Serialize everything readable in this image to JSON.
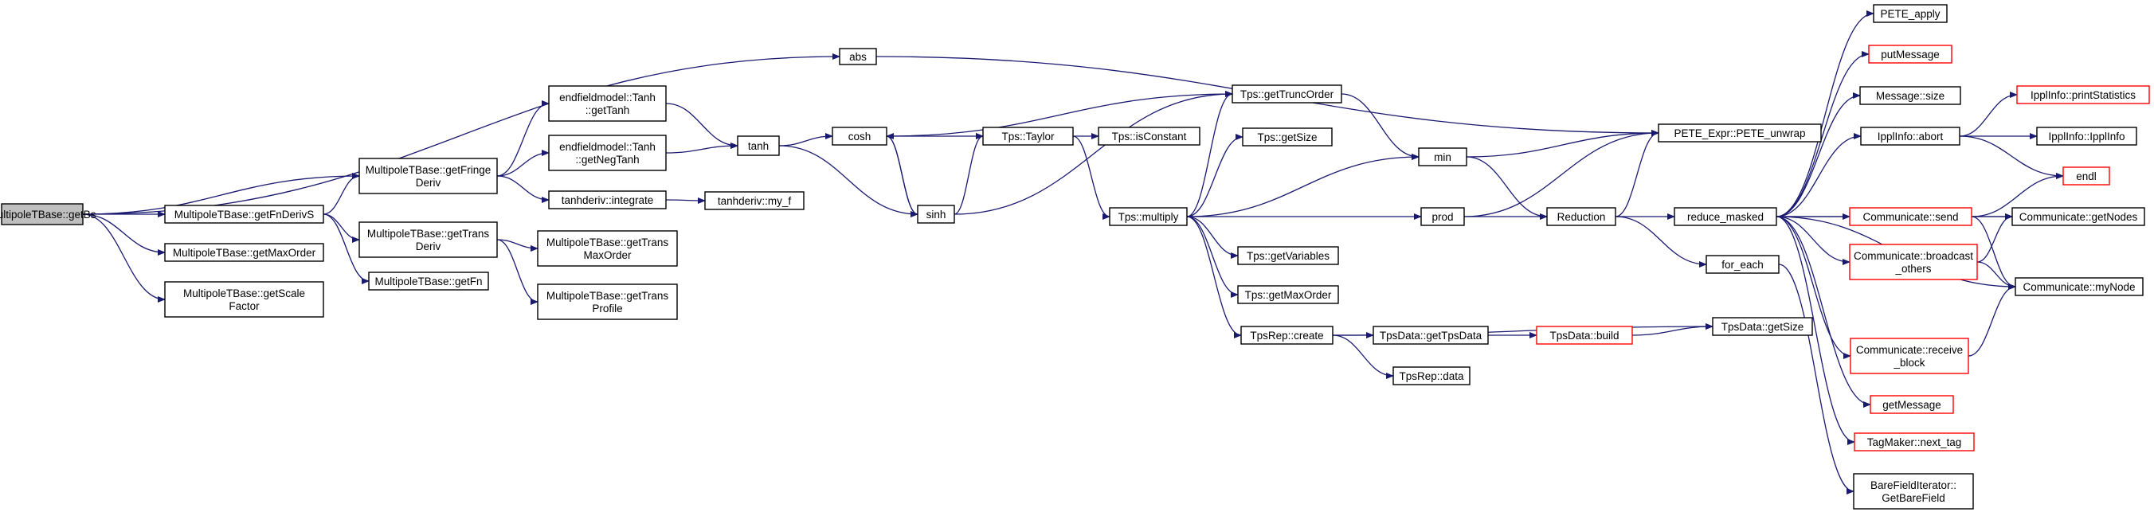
{
  "colors": {
    "edge": "#191970",
    "node_border": "#000000",
    "node_border_truncated": "#ff0000",
    "node_fill": "#ffffff",
    "root_fill": "#bfbfbf"
  },
  "nodes": [
    {
      "id": "getBs",
      "lines": [
        "MultipoleTBase::getBs"
      ],
      "style": "root"
    },
    {
      "id": "abs",
      "lines": [
        "abs"
      ],
      "style": "normal"
    },
    {
      "id": "getFnDerivS",
      "lines": [
        "MultipoleTBase::getFnDerivS"
      ],
      "style": "normal"
    },
    {
      "id": "getMaxOrder",
      "lines": [
        "MultipoleTBase::getMaxOrder"
      ],
      "style": "normal"
    },
    {
      "id": "getScaleFactor",
      "lines": [
        "MultipoleTBase::getScale",
        "Factor"
      ],
      "style": "normal"
    },
    {
      "id": "getFringeDeriv",
      "lines": [
        "MultipoleTBase::getFringe",
        "Deriv"
      ],
      "style": "normal"
    },
    {
      "id": "getTransDeriv",
      "lines": [
        "MultipoleTBase::getTrans",
        "Deriv"
      ],
      "style": "normal"
    },
    {
      "id": "getFn",
      "lines": [
        "MultipoleTBase::getFn"
      ],
      "style": "normal"
    },
    {
      "id": "tanhGetTanh",
      "lines": [
        "endfieldmodel::Tanh",
        "::getTanh"
      ],
      "style": "normal"
    },
    {
      "id": "tanhGetNegTanh",
      "lines": [
        "endfieldmodel::Tanh",
        "::getNegTanh"
      ],
      "style": "normal"
    },
    {
      "id": "tanhIntegrate",
      "lines": [
        "tanhderiv::integrate"
      ],
      "style": "normal"
    },
    {
      "id": "transMaxOrder",
      "lines": [
        "MultipoleTBase::getTrans",
        "MaxOrder"
      ],
      "style": "normal"
    },
    {
      "id": "transProfile",
      "lines": [
        "MultipoleTBase::getTrans",
        "Profile"
      ],
      "style": "normal"
    },
    {
      "id": "tanh",
      "lines": [
        "tanh"
      ],
      "style": "normal"
    },
    {
      "id": "myF",
      "lines": [
        "tanhderiv::my_f"
      ],
      "style": "normal"
    },
    {
      "id": "cosh",
      "lines": [
        "cosh"
      ],
      "style": "normal"
    },
    {
      "id": "sinh",
      "lines": [
        "sinh"
      ],
      "style": "normal"
    },
    {
      "id": "taylor",
      "lines": [
        "Tps::Taylor"
      ],
      "style": "normal"
    },
    {
      "id": "isConstant",
      "lines": [
        "Tps::isConstant"
      ],
      "style": "normal"
    },
    {
      "id": "getTruncOrder",
      "lines": [
        "Tps::getTruncOrder"
      ],
      "style": "normal"
    },
    {
      "id": "multiply",
      "lines": [
        "Tps::multiply"
      ],
      "style": "normal"
    },
    {
      "id": "getSize",
      "lines": [
        "Tps::getSize"
      ],
      "style": "normal"
    },
    {
      "id": "getVariables",
      "lines": [
        "Tps::getVariables"
      ],
      "style": "normal"
    },
    {
      "id": "tpsGetMaxOrder",
      "lines": [
        "Tps::getMaxOrder"
      ],
      "style": "normal"
    },
    {
      "id": "tpsRepCreate",
      "lines": [
        "TpsRep::create"
      ],
      "style": "normal"
    },
    {
      "id": "getTpsData",
      "lines": [
        "TpsData::getTpsData"
      ],
      "style": "normal"
    },
    {
      "id": "tpsRepData",
      "lines": [
        "TpsRep::data"
      ],
      "style": "normal"
    },
    {
      "id": "tpsDataBuild",
      "lines": [
        "TpsData::build"
      ],
      "style": "truncated"
    },
    {
      "id": "tpsDataGetSize",
      "lines": [
        "TpsData::getSize"
      ],
      "style": "normal"
    },
    {
      "id": "min",
      "lines": [
        "min"
      ],
      "style": "normal"
    },
    {
      "id": "prod",
      "lines": [
        "prod"
      ],
      "style": "normal"
    },
    {
      "id": "reduction",
      "lines": [
        "Reduction"
      ],
      "style": "normal"
    },
    {
      "id": "peteUnwrap",
      "lines": [
        "PETE_Expr::PETE_unwrap"
      ],
      "style": "normal"
    },
    {
      "id": "reduceMasked",
      "lines": [
        "reduce_masked"
      ],
      "style": "normal"
    },
    {
      "id": "forEach",
      "lines": [
        "for_each"
      ],
      "style": "normal"
    },
    {
      "id": "peteApply",
      "lines": [
        "PETE_apply"
      ],
      "style": "normal"
    },
    {
      "id": "putMessage",
      "lines": [
        "putMessage"
      ],
      "style": "truncated"
    },
    {
      "id": "msgSize",
      "lines": [
        "Message::size"
      ],
      "style": "normal"
    },
    {
      "id": "ipplAbort",
      "lines": [
        "IpplInfo::abort"
      ],
      "style": "normal"
    },
    {
      "id": "commSend",
      "lines": [
        "Communicate::send"
      ],
      "style": "truncated"
    },
    {
      "id": "commBroadcast",
      "lines": [
        "Communicate::broadcast",
        "_others"
      ],
      "style": "truncated"
    },
    {
      "id": "commReceive",
      "lines": [
        "Communicate::receive",
        "_block"
      ],
      "style": "truncated"
    },
    {
      "id": "getMessage",
      "lines": [
        "getMessage"
      ],
      "style": "truncated"
    },
    {
      "id": "nextTag",
      "lines": [
        "TagMaker::next_tag"
      ],
      "style": "truncated"
    },
    {
      "id": "bareField",
      "lines": [
        "BareFieldIterator::",
        "GetBareField"
      ],
      "style": "normal"
    },
    {
      "id": "printStats",
      "lines": [
        "IpplInfo::printStatistics"
      ],
      "style": "truncated"
    },
    {
      "id": "ipplInfo",
      "lines": [
        "IpplInfo::IpplInfo"
      ],
      "style": "normal"
    },
    {
      "id": "endl",
      "lines": [
        "endl"
      ],
      "style": "truncated"
    },
    {
      "id": "getNodes",
      "lines": [
        "Communicate::getNodes"
      ],
      "style": "normal"
    },
    {
      "id": "myNode",
      "lines": [
        "Communicate::myNode"
      ],
      "style": "normal"
    }
  ],
  "edges": [
    [
      "getBs",
      "abs"
    ],
    [
      "getBs",
      "getFringeDeriv"
    ],
    [
      "getBs",
      "getFnDerivS"
    ],
    [
      "getBs",
      "getMaxOrder"
    ],
    [
      "getBs",
      "getScaleFactor"
    ],
    [
      "abs",
      "peteUnwrap"
    ],
    [
      "getFnDerivS",
      "getFringeDeriv"
    ],
    [
      "getFnDerivS",
      "getTransDeriv"
    ],
    [
      "getFnDerivS",
      "getFn"
    ],
    [
      "getFringeDeriv",
      "tanhGetTanh"
    ],
    [
      "getFringeDeriv",
      "tanhGetNegTanh"
    ],
    [
      "getFringeDeriv",
      "tanhIntegrate"
    ],
    [
      "getTransDeriv",
      "transMaxOrder"
    ],
    [
      "getTransDeriv",
      "transProfile"
    ],
    [
      "tanhGetTanh",
      "tanh"
    ],
    [
      "tanhGetNegTanh",
      "tanh"
    ],
    [
      "tanhIntegrate",
      "myF"
    ],
    [
      "tanh",
      "cosh"
    ],
    [
      "tanh",
      "sinh"
    ],
    [
      "cosh",
      "getTruncOrder"
    ],
    [
      "cosh",
      "taylor"
    ],
    [
      "cosh",
      "sinh"
    ],
    [
      "sinh",
      "cosh"
    ],
    [
      "sinh",
      "getTruncOrder"
    ],
    [
      "sinh",
      "taylor"
    ],
    [
      "taylor",
      "isConstant"
    ],
    [
      "taylor",
      "multiply"
    ],
    [
      "multiply",
      "getTruncOrder"
    ],
    [
      "multiply",
      "getSize"
    ],
    [
      "multiply",
      "min"
    ],
    [
      "multiply",
      "prod"
    ],
    [
      "multiply",
      "getVariables"
    ],
    [
      "multiply",
      "tpsGetMaxOrder"
    ],
    [
      "multiply",
      "tpsRepCreate"
    ],
    [
      "getTruncOrder",
      "min"
    ],
    [
      "tpsRepCreate",
      "getTpsData"
    ],
    [
      "tpsRepCreate",
      "tpsRepData"
    ],
    [
      "tpsRepCreate",
      "tpsDataGetSize"
    ],
    [
      "getTpsData",
      "tpsDataBuild"
    ],
    [
      "tpsDataBuild",
      "tpsDataGetSize"
    ],
    [
      "min",
      "peteUnwrap"
    ],
    [
      "min",
      "reduction"
    ],
    [
      "prod",
      "peteUnwrap"
    ],
    [
      "prod",
      "reduction"
    ],
    [
      "reduction",
      "peteUnwrap"
    ],
    [
      "reduction",
      "reduceMasked"
    ],
    [
      "reduction",
      "forEach"
    ],
    [
      "forEach",
      "bareField"
    ],
    [
      "reduceMasked",
      "peteApply"
    ],
    [
      "reduceMasked",
      "putMessage"
    ],
    [
      "reduceMasked",
      "msgSize"
    ],
    [
      "reduceMasked",
      "ipplAbort"
    ],
    [
      "reduceMasked",
      "commSend"
    ],
    [
      "reduceMasked",
      "getNodes"
    ],
    [
      "reduceMasked",
      "commBroadcast"
    ],
    [
      "reduceMasked",
      "myNode"
    ],
    [
      "reduceMasked",
      "commReceive"
    ],
    [
      "reduceMasked",
      "getMessage"
    ],
    [
      "reduceMasked",
      "nextTag"
    ],
    [
      "ipplAbort",
      "printStats"
    ],
    [
      "ipplAbort",
      "ipplInfo"
    ],
    [
      "ipplAbort",
      "endl"
    ],
    [
      "commSend",
      "endl"
    ],
    [
      "commSend",
      "getNodes"
    ],
    [
      "commSend",
      "myNode"
    ],
    [
      "commBroadcast",
      "getNodes"
    ],
    [
      "commBroadcast",
      "myNode"
    ],
    [
      "commReceive",
      "myNode"
    ]
  ]
}
